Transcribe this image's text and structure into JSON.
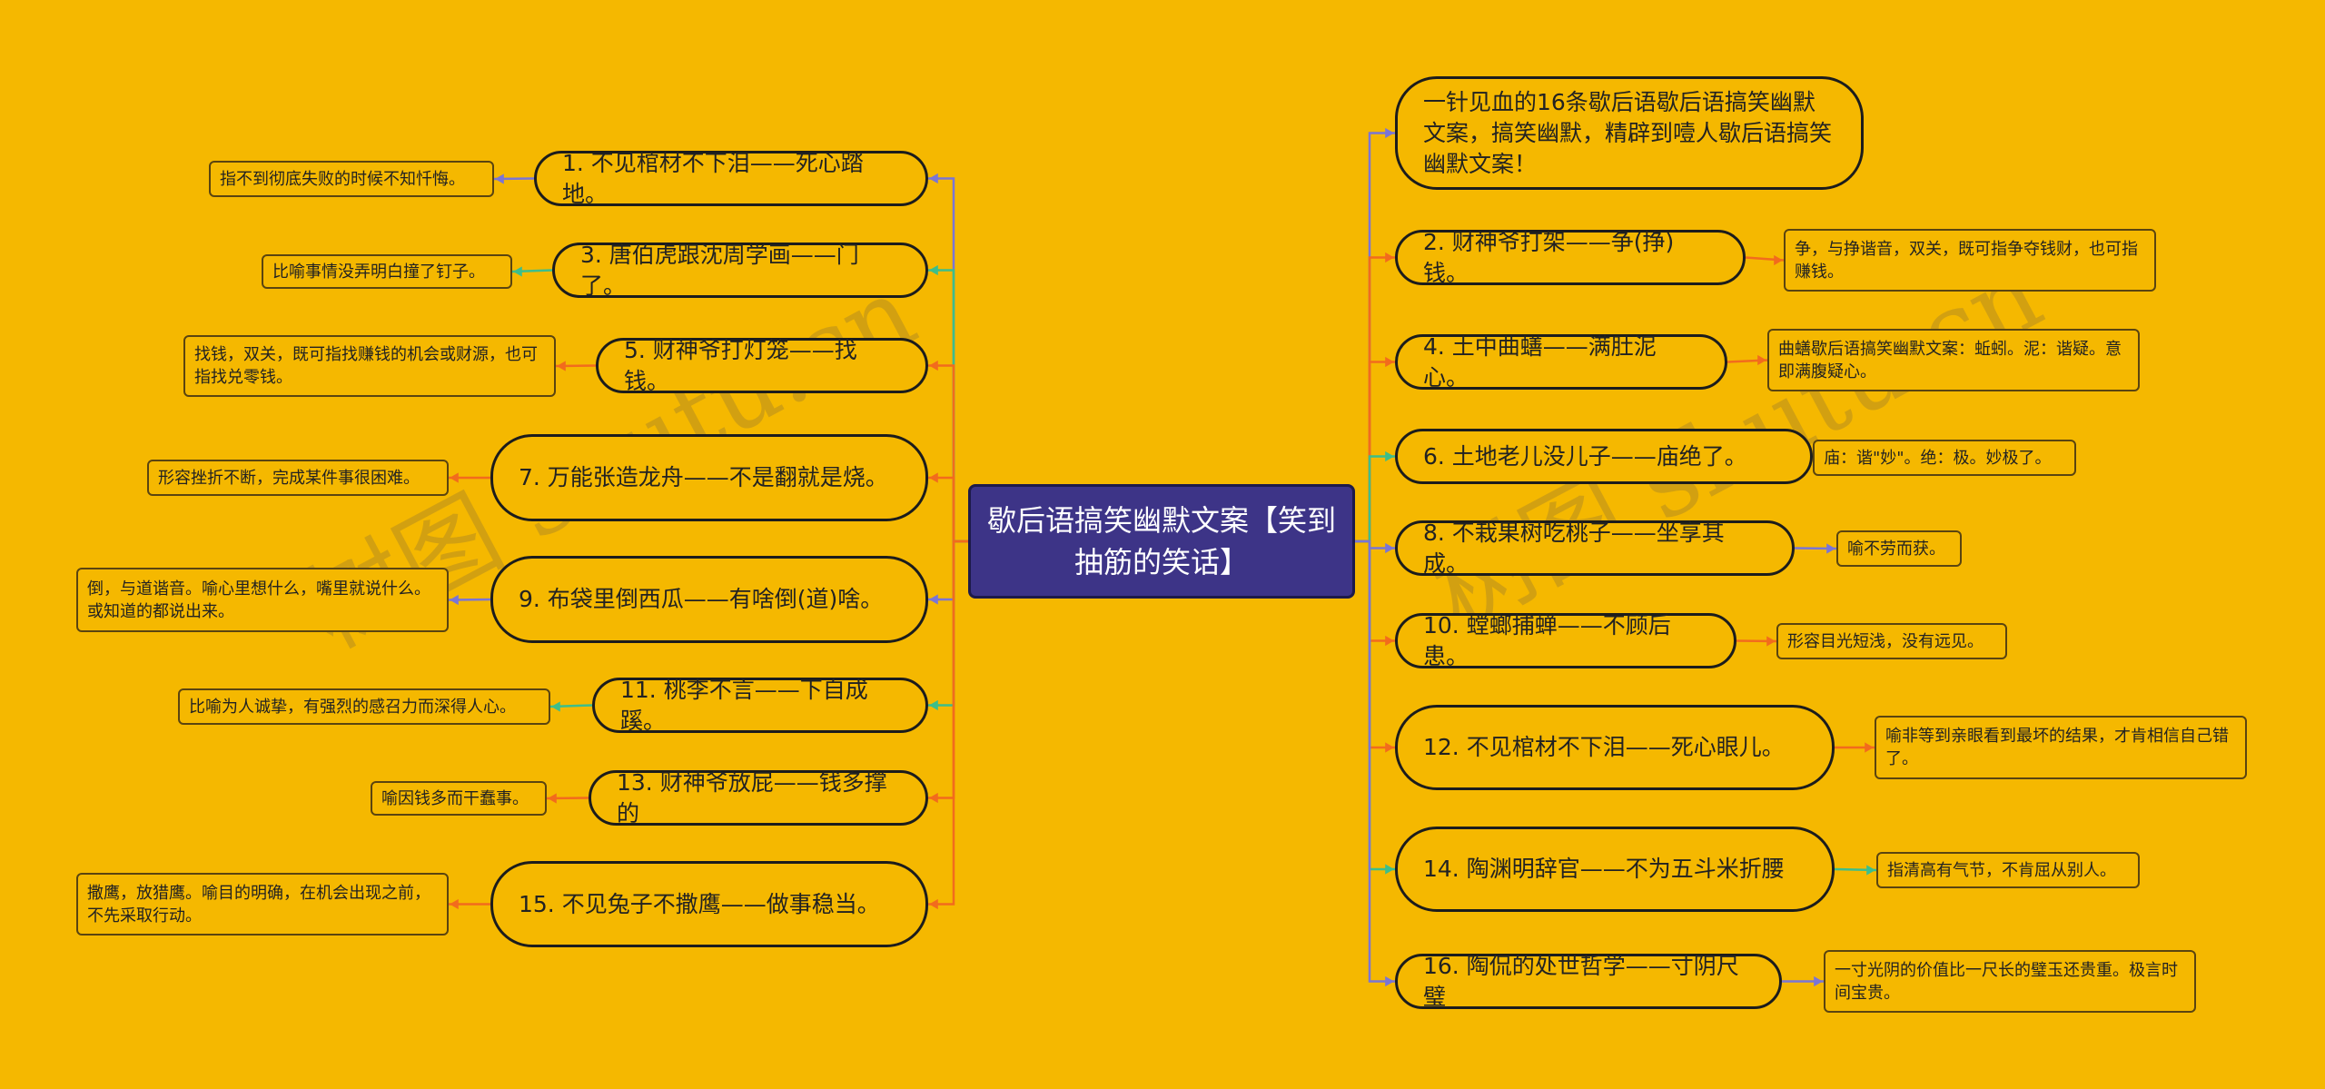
{
  "central_topic": "歇后语搞笑幽默文案【笑到抽筋的笑话】",
  "watermark": "树图 shutu.cn",
  "colors": {
    "background": "#F5B800",
    "center_fill": "#3D3487",
    "orange": "#F26B1D",
    "green": "#3DBE8B",
    "purple": "#7A75D6"
  },
  "left": [
    {
      "text": "1. 不见棺材不下泪——死心踏地。",
      "note": "指不到彻底失败的时候不知忏悔。"
    },
    {
      "text": "3. 唐伯虎跟沈周学画——门了。",
      "note": "比喻事情没弄明白撞了钉子。"
    },
    {
      "text": "5. 财神爷打灯笼——找钱。",
      "note": "找钱，双关，既可指找赚钱的机会或财源，也可指找兑零钱。"
    },
    {
      "text": "7. 万能张造龙舟——不是翻就是烧。",
      "note": "形容挫折不断，完成某件事很困难。"
    },
    {
      "text": "9. 布袋里倒西瓜——有啥倒(道)啥。",
      "note": "倒，与道谐音。喻心里想什么，嘴里就说什么。或知道的都说出来。"
    },
    {
      "text": "11. 桃李不言——下自成蹊。",
      "note": "比喻为人诚挚，有强烈的感召力而深得人心。"
    },
    {
      "text": "13. 财神爷放屁——钱多撑的",
      "note": "喻因钱多而干蠢事。"
    },
    {
      "text": "15. 不见兔子不撒鹰——做事稳当。",
      "note": "撒鹰，放猎鹰。喻目的明确，在机会出现之前，不先采取行动。"
    }
  ],
  "right": [
    {
      "text": "一针见血的16条歇后语歇后语搞笑幽默文案，搞笑幽默，精辟到噎人歇后语搞笑幽默文案！"
    },
    {
      "text": "2. 财神爷打架——争(挣)钱。",
      "note": "争，与挣谐音，双关，既可指争夺钱财，也可指赚钱。"
    },
    {
      "text": "4. 土中曲蟮——满肚泥心。",
      "note": "曲蟮歇后语搞笑幽默文案：蚯蚓。泥：谐疑。意即满腹疑心。"
    },
    {
      "text": "6. 土地老儿没儿子——庙绝了。",
      "note": "庙：谐\"妙\"。绝：极。妙极了。"
    },
    {
      "text": "8. 不栽果树吃桃子——坐享其成。",
      "note": "喻不劳而获。"
    },
    {
      "text": "10. 螳螂捕蝉——不顾后患。",
      "note": "形容目光短浅，没有远见。"
    },
    {
      "text": "12. 不见棺材不下泪——死心眼儿。",
      "note": "喻非等到亲眼看到最坏的结果，才肯相信自己错了。"
    },
    {
      "text": "14. 陶渊明辞官——不为五斗米折腰",
      "note": "指清高有气节，不肯屈从别人。"
    },
    {
      "text": "16. 陶侃的处世哲学——寸阴尺璧",
      "note": "一寸光阴的价值比一尺长的璧玉还贵重。极言时间宝贵。"
    }
  ]
}
